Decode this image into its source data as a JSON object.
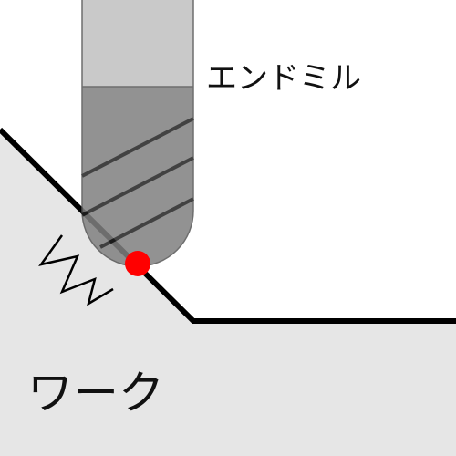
{
  "labels": {
    "tool": "エンドミル",
    "workpiece": "ワーク"
  },
  "colors": {
    "background": "#ffffff",
    "shank": "#c0c0c0",
    "flutes": "#808080",
    "tool_outline": "#555555",
    "flute_lines": "#222222",
    "workpiece_fill": "#e6e6e6",
    "workpiece_outline": "#000000",
    "contact_point": "#ff0000"
  },
  "icons": {
    "contact": "red-dot",
    "vibration": "zigzag-chatter-mark"
  }
}
